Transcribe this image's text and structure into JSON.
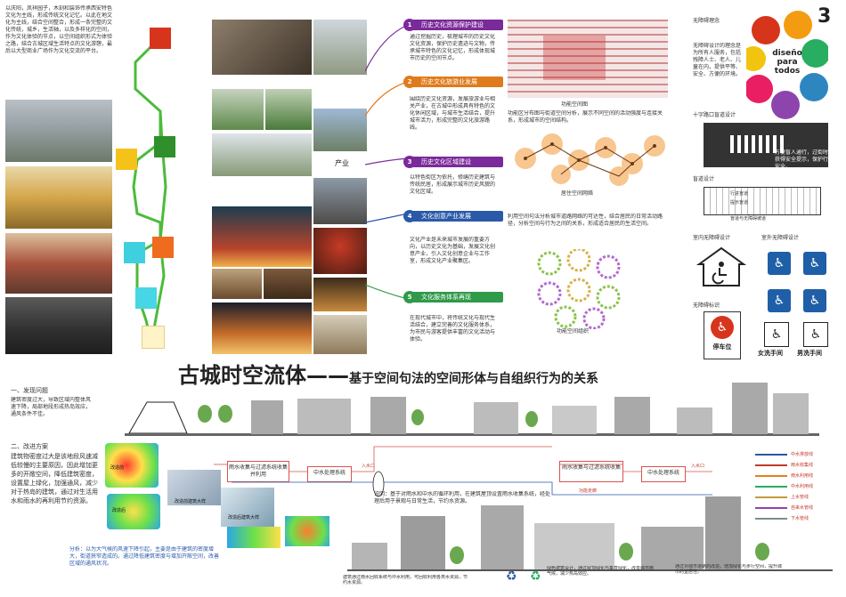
{
  "page_number": "3",
  "title": {
    "main": "古城时空流体——",
    "sub": "基于空间句法的空间形体与自组织行为的关系"
  },
  "intro_text": "以庆阳，凤祥园子，木刻和装饰传承西安特色文化为主线，形成传统文化记忆。以此在地文化为主线，结合空间整合，形成一条完整的文化传统，城乡，生活轴，以及多样化的空间，作为文化体验的节点，以空间组织形式为体验之路，结合古城区域生活特点的文化游憩，最后以大型商业广场作为文化交流的平台。",
  "industry_label": "产业",
  "sections": [
    {
      "num": "1",
      "label": "历史文化资源保护建设",
      "text": "通过挖掘历史，梳理城市的历史文化文化资源，保护历史遗迹与文物，传承城市特色的文化记忆，形成体现城市历史的空间节点。"
    },
    {
      "num": "2",
      "label": "历史文化旅游业发展",
      "text": "围绕历史文化资源，发展旅游业与相关产业，在古城中形成具有特色的文化休闲区域，与城市生活结合，提升城市活力，形成完整的文化旅游路线。"
    },
    {
      "num": "3",
      "label": "历史文化区域建设",
      "text": "以特色街区为依托，修缮历史建筑与传统民居，形成展示城市历史风貌的文化区域。"
    },
    {
      "num": "4",
      "label": "文化创意产业发展",
      "text": "文化产业是未来城市发展的重要方向，以历史文化为基础，发展文化创意产业，引入文化创意企业与工作室，形成文化产业聚集区。"
    },
    {
      "num": "5",
      "label": "文化服务体系再现",
      "text": "在现代城市中，将传统文化与现代生活结合，建立完善的文化服务体系，为市民与游客提供丰富的文化活动与体验。"
    }
  ],
  "map_caption": "功能空间图",
  "map_text": "功能区分布图与街道空间分析，展示不同空间的活动强度与连接关系，形成城市的空间结构。",
  "network_caption": "居住空间网络",
  "network_text": "利用空间句法分析城市道路网络的可达性，结合居民的日常活动路径，分析空间与行为之间的关系，形成适合居民的生活空间。",
  "circles_caption": "功能空间组织",
  "diseno": {
    "line1": "diseño",
    "line2": "para",
    "line3": "todos"
  },
  "universal_design_title": "无障碍理念",
  "universal_design_text": "无障碍设计的理念是为所有人服务，包括残障人士、老人、儿童在内，提供平等、安全、方便的环境。",
  "crossing_title": "十字路口盲道设计",
  "crossing_text": "方便盲人通行，过街时能获得安全提示，保护行人安全。",
  "tactile_title": "盲道设计",
  "tactile_labels": [
    "行进盲道",
    "提示盲道",
    "盲道与无障碍坡道"
  ],
  "sign_left_title": "室内无障碍设计",
  "sign_right_title": "室外无障碍设计",
  "parking_label": "停车位",
  "restroom_female": "女洗手间",
  "restroom_male": "男洗手间",
  "no_barrier_title": "无障碍标识",
  "problems": {
    "heading": "一、发现问题",
    "text": "建筑密度过大，导致区域内整体风速下降，局部地段形成热岛效应，通风条件不佳。"
  },
  "strategies": {
    "heading": "二、改进方案",
    "text": "建筑物密度过大是该地段风速减低较慢的主要原因，因此增加更多的开敞空间，降低建筑密度，设置屋上绿化，加强通风，减少对于热岛的建筑，通过对生活用水和雨水的再利用节约资源。"
  },
  "wind_labels": [
    "改造前",
    "改造后",
    "改造前建筑大样",
    "改造后建筑大样"
  ],
  "wind_analysis": "分析：以为大气候的风速下降引起，主要是由于建筑的密度增大，街道狭窄造成的。通过降低建筑密度与增加开敞空间，改善区域的通风状况。",
  "flow_boxes": [
    "雨水收集与过滤系统收集并利用",
    "中水处理系统",
    "雨水收集与过滤系统收集",
    "中水处理系统"
  ],
  "flow_labels": [
    "入水口",
    "功能走廊",
    "入水口"
  ],
  "flow_note": "说明：基于对雨水和中水的循环利用，在建筑屋顶设置雨水收集系统，经处理后用于景观与日常生活，节约水资源。",
  "legend": [
    "中水排放线",
    "雨水收集线",
    "雨水利用线",
    "中水利用线",
    "上水管线",
    "自来水管线",
    "下水管线"
  ],
  "bottom_note_left": "建筑通过雨水回收系统与中水利用，可回收利用各类水资源，节约水资源。",
  "bottom_note_mid": "绿色建筑设计，通过屋顶绿化与垂直绿化，改善城市微气候，减少热岛效应。",
  "bottom_note_right": "通过对城市道路的改造，增加绿化与步行空间，提升城市的宜居性。",
  "colors": {
    "accent_red": "#c0392b",
    "green_line": "#4cbb3a",
    "purple_banner": "#7b2a9a",
    "blue_sign": "#1f5fa8"
  }
}
